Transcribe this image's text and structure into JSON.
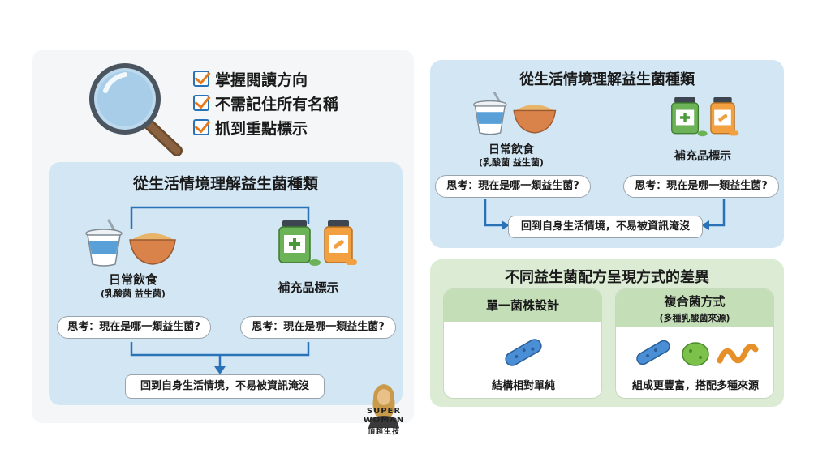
{
  "checklist": {
    "items": [
      "掌握閱讀方向",
      "不需記住所有名稱",
      "抓到重點標示"
    ]
  },
  "left_panel": {
    "title": "從生活情境理解益生菌種類",
    "food_label": "日常飲食",
    "food_sub": "(乳酸菌 益生菌)",
    "supplement_label": "補充品標示",
    "question_left": "思考：現在是哪一類益生菌?",
    "question_right": "思考：現在是哪一類益生菌?",
    "result": "回到自身生活情境，不易被資訊淹沒"
  },
  "right_panel": {
    "title": "從生活情境理解益生菌種類",
    "food_label": "日常飲食",
    "food_sub": "(乳酸菌 益生菌)",
    "supplement_label": "補充品標示",
    "question_left": "思考：現在是哪一類益生菌?",
    "question_right": "思考：現在是哪一類益生菌?",
    "result": "回到自身生活情境，不易被資訊淹沒"
  },
  "green_panel": {
    "title": "不同益生菌配方呈現方式的差異",
    "single": {
      "heading": "單一菌株設計",
      "desc": "結構相對單純"
    },
    "multi": {
      "heading": "複合菌方式",
      "heading_sub": "(多種乳酸菌來源)",
      "desc": "組成更豐富，搭配多種來源"
    }
  },
  "logo": {
    "line1": "SUPER",
    "line2": "WOMAN",
    "line3": "頂超生技"
  },
  "colors": {
    "blue_panel": "#d3e6f4",
    "green_panel": "#dcecd4",
    "arrow": "#2a72b8",
    "accent_orange": "#e67a1c"
  }
}
